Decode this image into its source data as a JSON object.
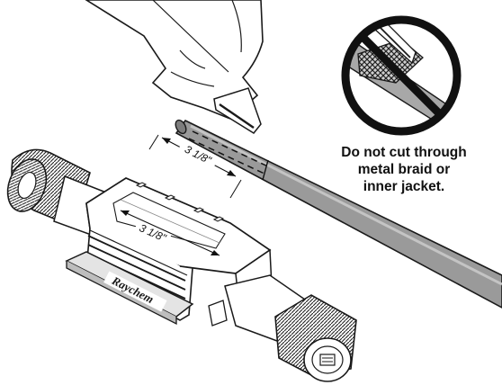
{
  "dimensions": {
    "upper_length": "3 1/8\"",
    "lower_length": "3 1/8\""
  },
  "brand_name": "Raychem",
  "warning": {
    "lines": [
      "Do not cut through",
      "metal braid or",
      "inner jacket."
    ]
  },
  "icons": {
    "hand": "hand-holding-knife-icon",
    "prohibition": "no-cut-prohibition-icon"
  },
  "colors": {
    "cable": "#9a9a9a",
    "line": "#1a1a1a",
    "prohibition": "#111111"
  }
}
